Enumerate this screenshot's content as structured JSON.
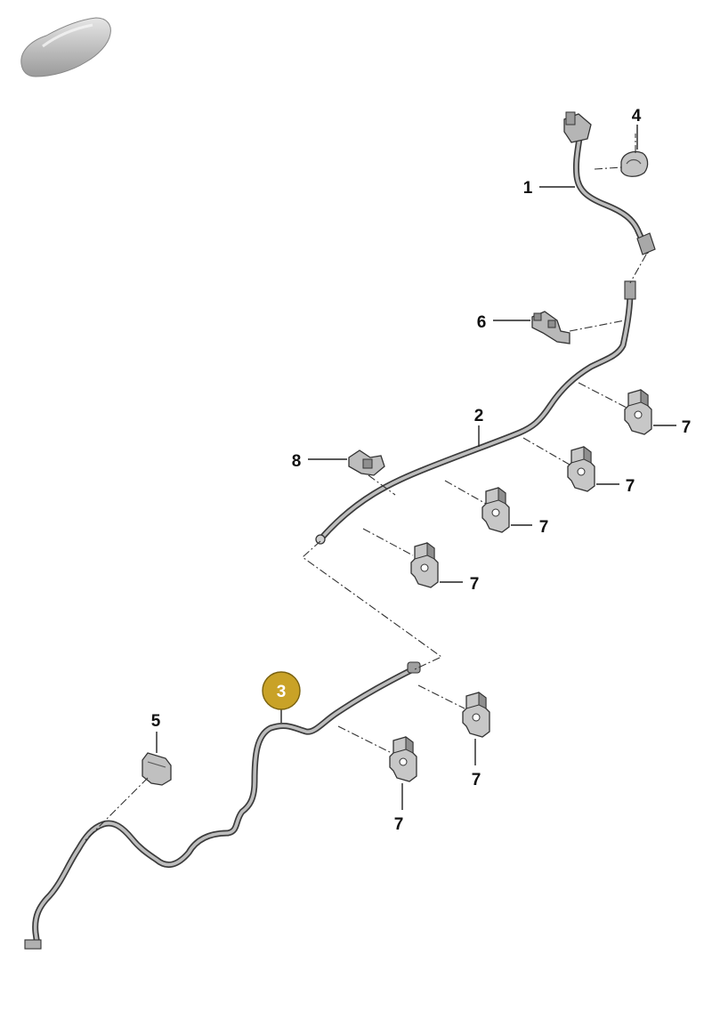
{
  "diagram": {
    "callouts": [
      {
        "id": "c1",
        "label": "1"
      },
      {
        "id": "c2",
        "label": "2"
      },
      {
        "id": "c3",
        "label": "3",
        "highlighted": true
      },
      {
        "id": "c4",
        "label": "4"
      },
      {
        "id": "c5",
        "label": "5"
      },
      {
        "id": "c6",
        "label": "6"
      },
      {
        "id": "c7",
        "label": "7"
      },
      {
        "id": "c8",
        "label": "8"
      }
    ],
    "highlight_color": "#c9a227",
    "thumbnail_icon": "car-silhouette-icon"
  }
}
